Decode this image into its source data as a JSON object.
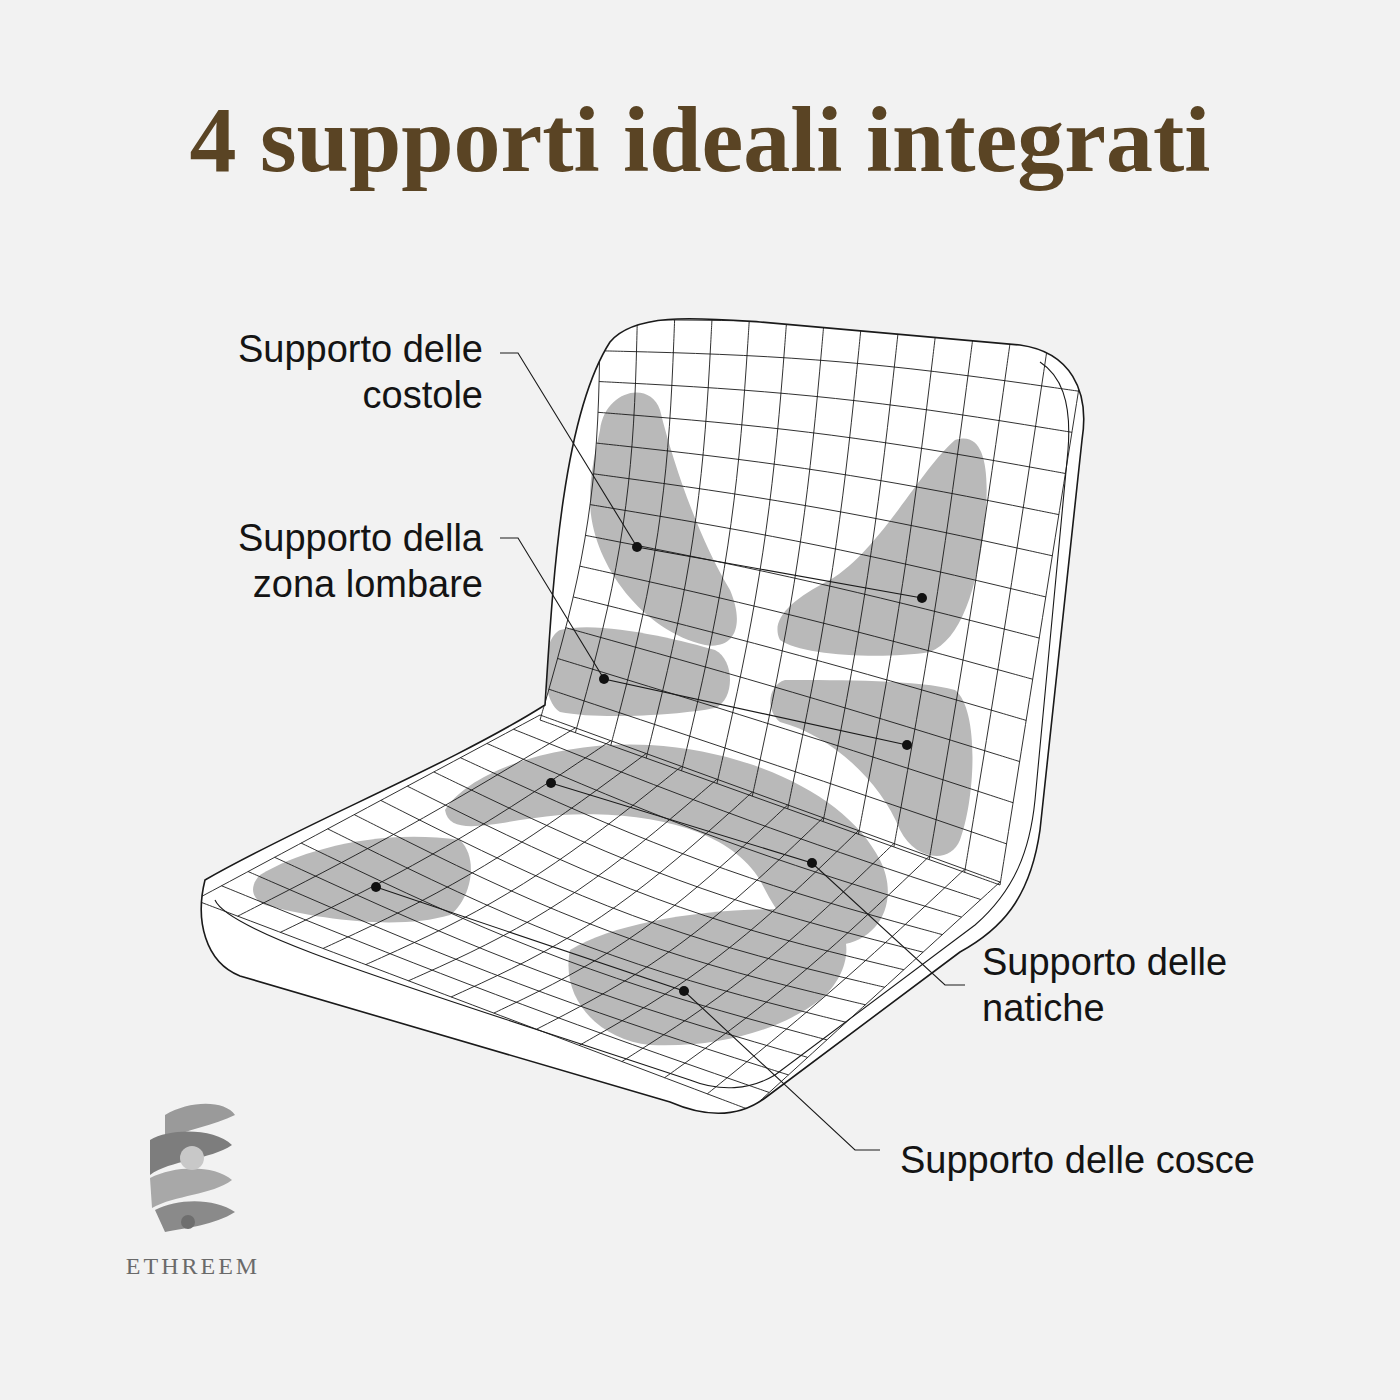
{
  "diagram": {
    "title": "4 supporti ideali integrati",
    "labels": [
      "Supporto delle costole",
      "Supporto della zona lombare",
      "Supporto delle natiche",
      "Supporto delle cosce",
      "ETHREEM"
    ]
  }
}
